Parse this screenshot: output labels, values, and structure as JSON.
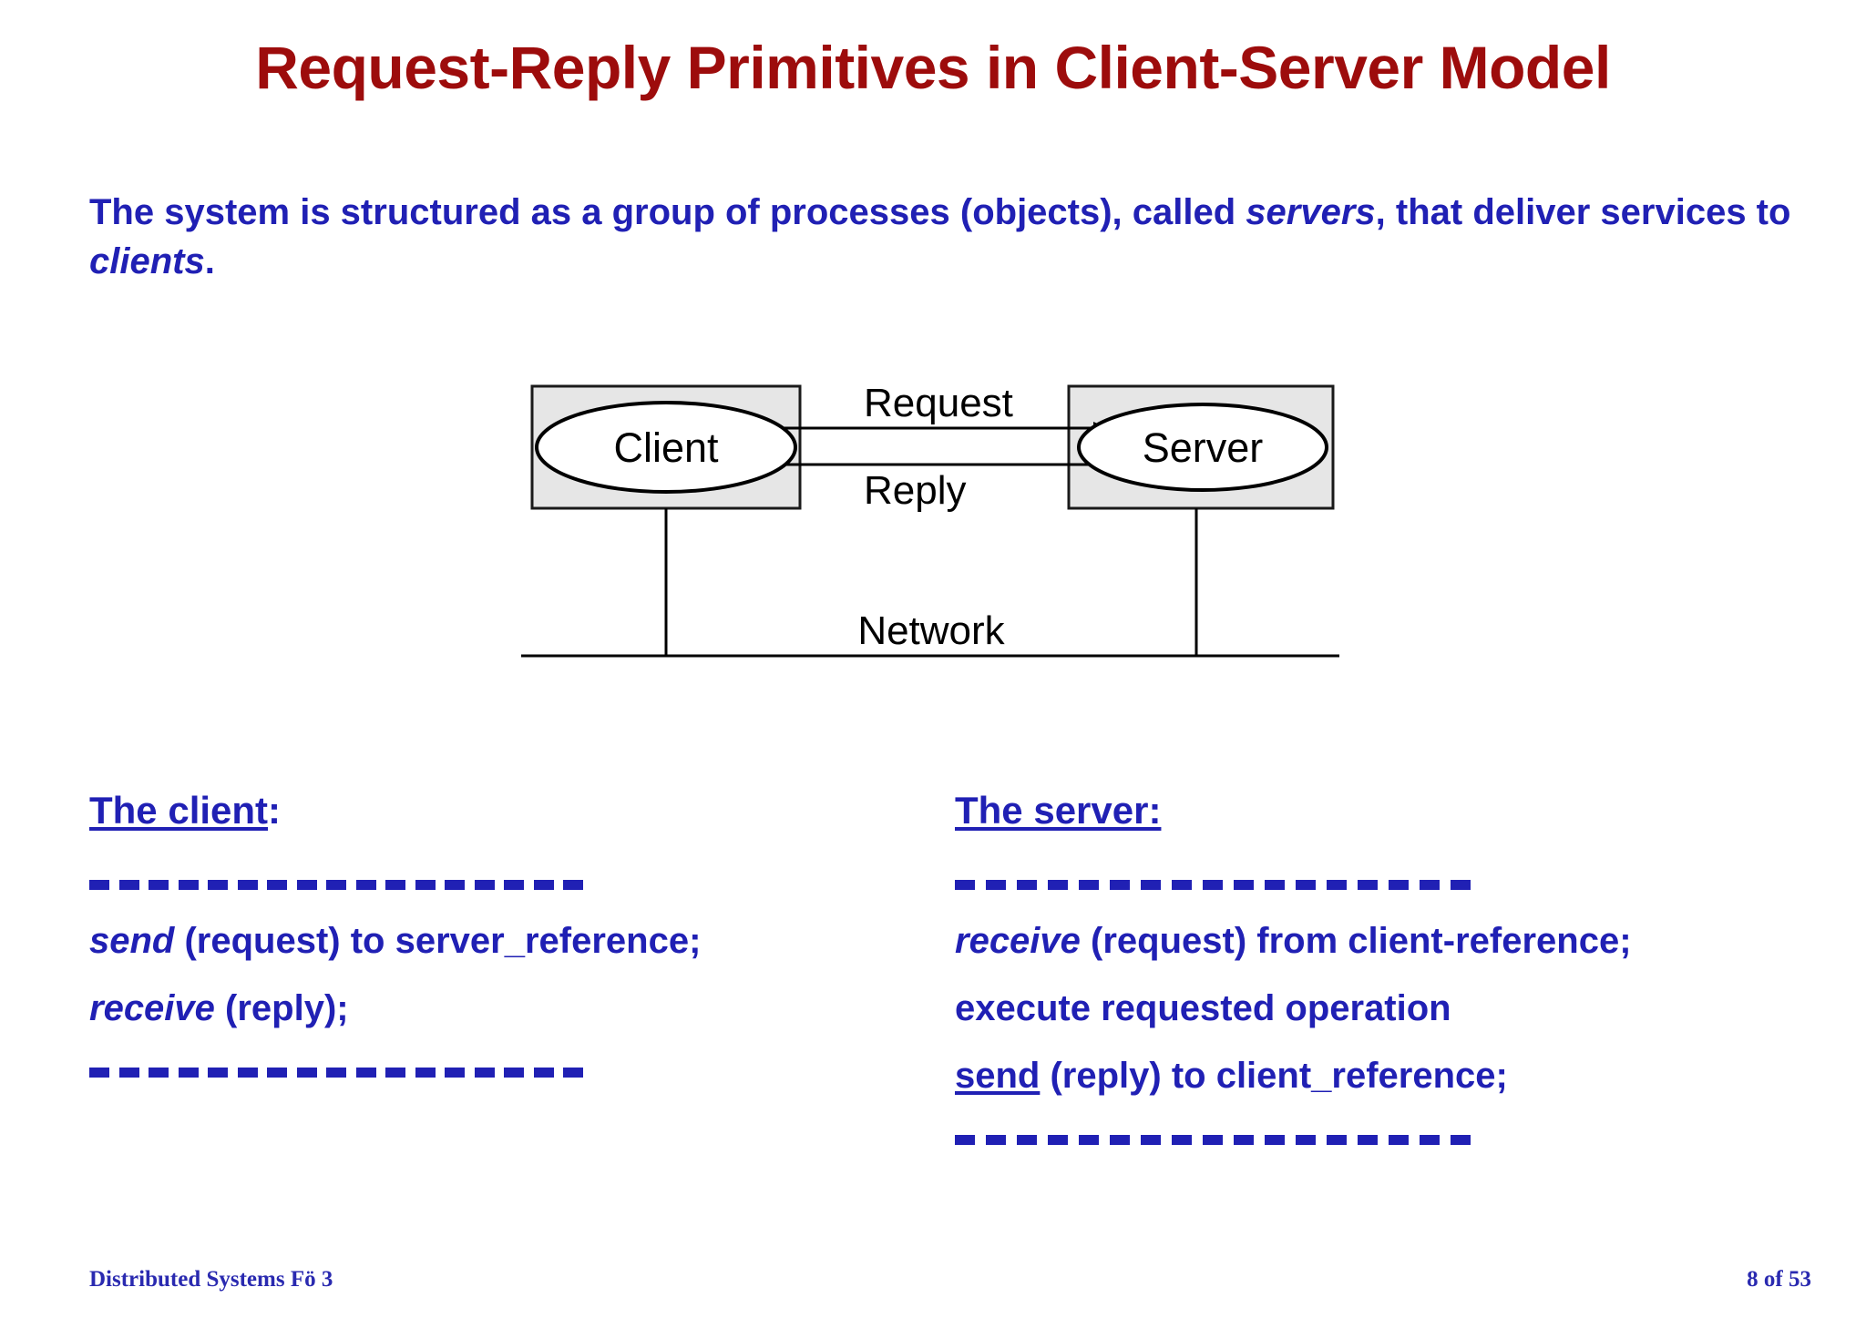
{
  "slide": {
    "title": "Request-Reply Primitives in Client-Server Model",
    "intro": {
      "part1": "The system is structured as a group of processes (objects), called ",
      "italic1": "servers",
      "part2": ", that deliver services to ",
      "italic2": "clients",
      "part3": "."
    }
  },
  "diagram": {
    "client_label": "Client",
    "server_label": "Server",
    "request_label": "Request",
    "reply_label": "Reply",
    "network_label": "Network",
    "box_fill": "#e6e6e6",
    "box_stroke": "#000000",
    "ellipse_fill": "#ffffff"
  },
  "client_column": {
    "heading_underlined": "The client",
    "heading_tail": ":",
    "lines": [
      {
        "italic": "send",
        "rest": " (request) to server_reference;"
      },
      {
        "italic": "receive",
        "rest": " (reply);"
      }
    ],
    "divider_dash_count": 17
  },
  "server_column": {
    "heading_underlined": "The server:",
    "heading_tail": "",
    "lines": [
      {
        "italic": "receive",
        "rest": " (request) from client-reference;"
      },
      {
        "plain": "execute requested operation"
      },
      {
        "underline": "send",
        "rest": " (reply) to client_reference;"
      }
    ],
    "divider_dash_count": 17
  },
  "footer": {
    "left": "Distributed Systems  Fö 3",
    "right": "8 of  53"
  },
  "colors": {
    "title": "#9d0c0c",
    "body": "#2020b4",
    "footer": "#2a2ab0",
    "diagram_box": "#e6e6e6"
  }
}
